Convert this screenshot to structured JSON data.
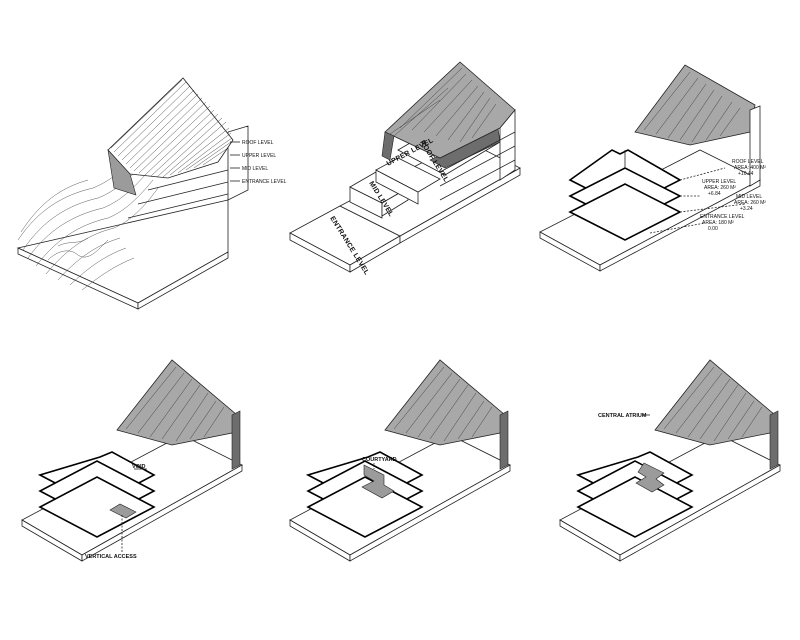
{
  "panel1": {
    "labels": [
      "ROOF LEVEL",
      "UPPER LEVEL",
      "MID LEVEL",
      "ENTRANCE LEVEL"
    ]
  },
  "panel2": {
    "steps": [
      "ENTRANCE LEVEL",
      "MID LEVEL",
      "UPPER LEVEL",
      "ROOF LEVEL"
    ]
  },
  "panel3": {
    "roof": {
      "name": "ROOF LEVEL",
      "area": "AREA: 400 M²",
      "elev": "+10.44"
    },
    "upper": {
      "name": "UPPER LEVEL",
      "area": "AREA: 260 M²",
      "elev": "+6.84"
    },
    "mid": {
      "name": "MID LEVEL",
      "area": "AREA: 260 M²",
      "elev": "+3.24"
    },
    "entrance": {
      "name": "ENTRANCE LEVEL",
      "area": "AREA: 180 M²",
      "elev": "0.00"
    }
  },
  "panel4": {
    "void": "VOID",
    "access": "VERTICAL ACCESS"
  },
  "panel5": {
    "courtyard": "COURTYARD"
  },
  "panel6": {
    "atrium": "CENTRAL ATRIUM"
  }
}
